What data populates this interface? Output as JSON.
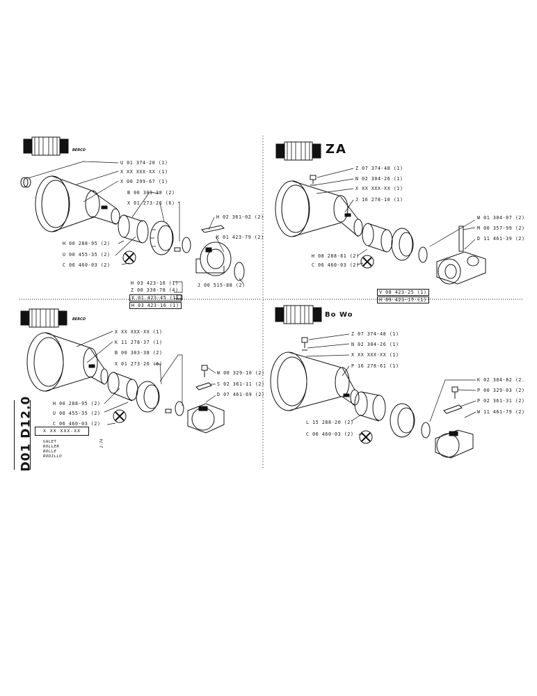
{
  "title_code": "D01 D12.0",
  "part_number": "X XX XXX-XX",
  "page_ref": "2-74",
  "descriptions": [
    "GALET",
    "ROLLER",
    "ROLLE",
    "RODILLO"
  ],
  "brands": {
    "q1": "BERCO",
    "q2": "ZA",
    "q3": "BERCO",
    "q4": "Bo Wo"
  },
  "q1_labels": [
    "U 01 374-20 (1)",
    "X XX XXX-XX (1)",
    "X 00 299-67 (1)",
    "B 00 303-38 (2)",
    "X 01 273-26 (6)",
    "H 02 361-02 (2)",
    "K 01 423-79 (2)",
    "H 00 288-95 (2)",
    "U 00 455-35 (2)",
    "C 06 460-03 (2)",
    "J 00 515-88 (2)"
  ],
  "q1_box": [
    "H 03 423-16 (1)",
    "Z 00 338-78 (4)",
    "X 01 423-45 (1)",
    "H 03 423-16 (1)"
  ],
  "q2_labels": [
    "Z 07 374-48 (1)",
    "N 02 304-26 (1)",
    "X XX XXX-XX (1)",
    "J 16 278-10 (1)",
    "W 01 304-07 (2)",
    "M 00 357-99 (2)",
    "D 11 461-39 (2)",
    "H 08 288-81 (2)",
    "C 06 460-03 (2)"
  ],
  "q2_box": [
    "V 08 423-25 (1)",
    "H 09 423-17 (1)"
  ],
  "q3_labels": [
    "X XX XXX-XX (1)",
    "K 11 278-37 (1)",
    "B 00 303-38 (2)",
    "X 01 273-26 (6)",
    "W 00 329-10 (2)",
    "S 02 361-11 (2)",
    "D 07 461-69 (2)",
    "H 00 288-95 (2)",
    "U 00 455-35 (2)",
    "C 06 460-03 (2)"
  ],
  "q4_labels": [
    "Z 07 374-48 (1)",
    "N 02 304-26 (1)",
    "X XX XXX-XX (1)",
    "P 16 278-61 (1)",
    "K 02 304-82 (2.",
    "P 00 329-03 (2)",
    "P 02 361-31 (2)",
    "W 11 461-79 (2)",
    "L 15 288-20 (2)",
    "C 06 460-03 (2)"
  ]
}
